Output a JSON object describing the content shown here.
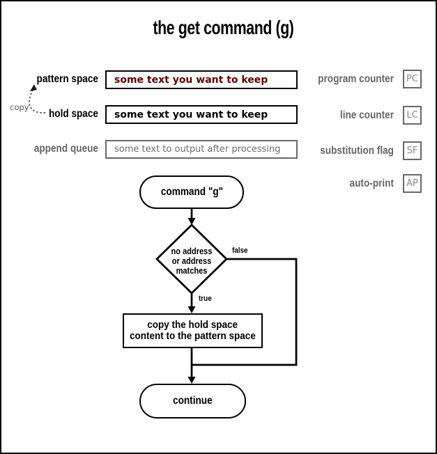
{
  "title": "the get command (g)",
  "copy_annotation": "copy",
  "colors": {
    "keep_text": "#5f0000",
    "gray_label": "#666666",
    "gray_value": "#6e6e6e",
    "register_letters": "#888888",
    "line": "#000000",
    "background": "#ffffff"
  },
  "registers_left": [
    {
      "label": "pattern space",
      "value": "some text you want to keep"
    },
    {
      "label": "hold space",
      "value": "some text you want to keep"
    },
    {
      "label": "append queue",
      "value": "some text to output after processing"
    }
  ],
  "registers_right": [
    {
      "label": "program counter",
      "abbr": "PC"
    },
    {
      "label": "line counter",
      "abbr": "LC"
    },
    {
      "label": "substitution flag",
      "abbr": "SF"
    },
    {
      "label": "auto-print",
      "abbr": "AP"
    }
  ],
  "flowchart": {
    "start": "command \"g\"",
    "decision": {
      "lines": [
        "no address",
        "or address",
        "matches"
      ]
    },
    "false_label": "false",
    "true_label": "true",
    "process": {
      "lines": [
        "copy the hold space",
        "content to the pattern space"
      ]
    },
    "end": "continue"
  }
}
